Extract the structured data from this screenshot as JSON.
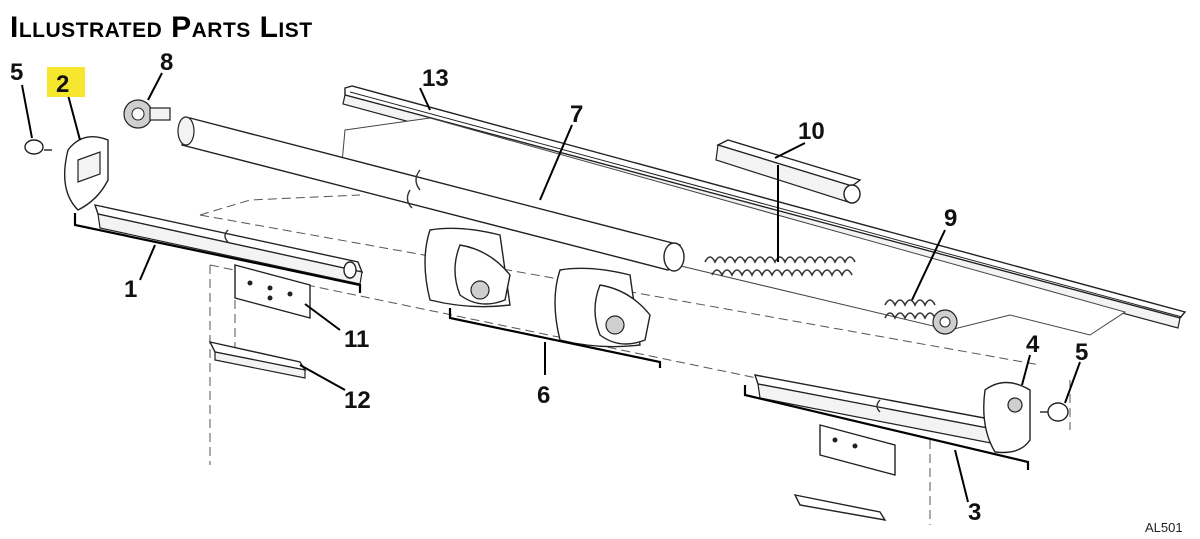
{
  "title": "Illustrated Parts List",
  "highlight_color": "#f7e62e",
  "figure_code": "AL501",
  "callouts": [
    "1",
    "2",
    "3",
    "4",
    "5",
    "5",
    "6",
    "7",
    "8",
    "9",
    "10",
    "11",
    "12",
    "13"
  ],
  "highlighted_callout": "2"
}
